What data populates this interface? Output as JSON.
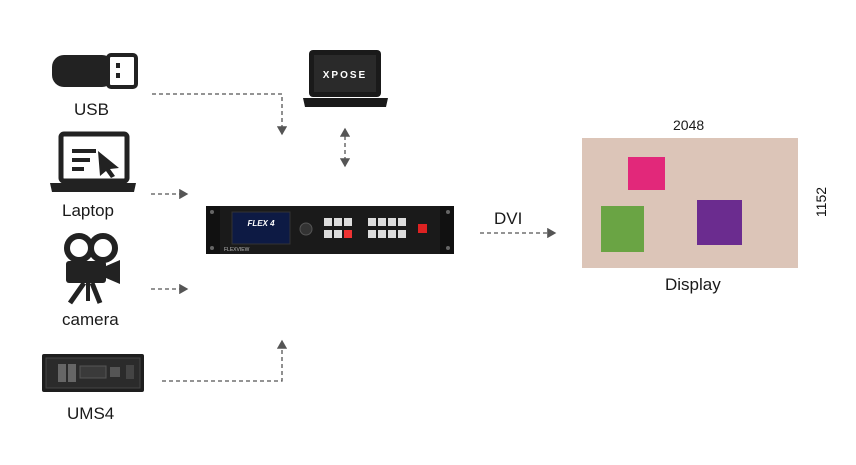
{
  "sources": {
    "usb": "USB",
    "laptop": "Laptop",
    "camera": "camera",
    "ums4": "UMS4"
  },
  "control_laptop": {
    "screen_text": "XPOSE"
  },
  "processor": {
    "screen_title": "FLEX 4",
    "brand": "FLEXVIEW"
  },
  "link_label": "DVI",
  "display": {
    "label": "Display",
    "width_label": "2048",
    "height_label": "1152",
    "background": "#dcc5b8",
    "windows": [
      {
        "name": "window-magenta",
        "color": "#e2287a"
      },
      {
        "name": "window-green",
        "color": "#6aa444"
      },
      {
        "name": "window-purple",
        "color": "#6b2c8f"
      }
    ]
  },
  "colors": {
    "device": "#1e1e1e",
    "arrow": "#555555"
  }
}
